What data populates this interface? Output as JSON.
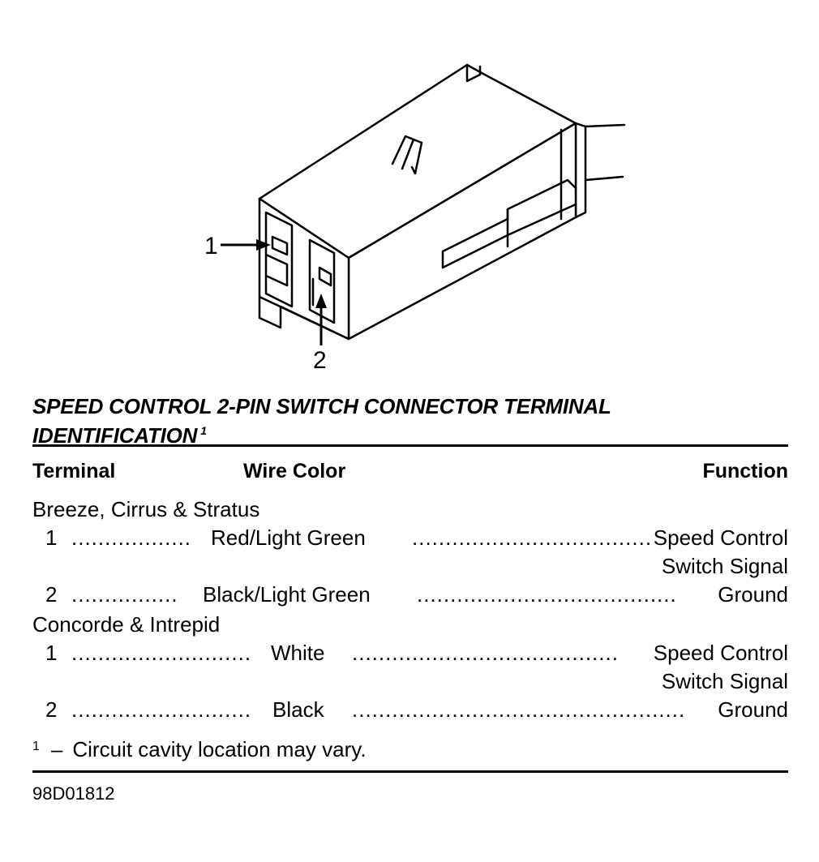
{
  "diagram": {
    "callouts": [
      {
        "id": "1",
        "label": "1"
      },
      {
        "id": "2",
        "label": "2"
      }
    ]
  },
  "table": {
    "title": "SPEED CONTROL 2-PIN SWITCH CONNECTOR TERMINAL IDENTIFICATION",
    "title_footnote_mark": "1",
    "headers": {
      "terminal": "Terminal",
      "wire_color": "Wire Color",
      "function": "Function"
    },
    "groups": [
      {
        "name": "Breeze, Cirrus & Stratus",
        "rows": [
          {
            "terminal": "1",
            "leader1": "..................",
            "wire_color": "Red/Light Green",
            "leader2": "....................................",
            "function_line1": "Speed Control",
            "function_line2": "Switch Signal"
          },
          {
            "terminal": "2",
            "leader1": "................",
            "wire_color": "Black/Light Green",
            "leader2": ".......................................",
            "function_line1": "Ground"
          }
        ]
      },
      {
        "name": "Concorde & Intrepid",
        "rows": [
          {
            "terminal": "1",
            "leader1": "...........................",
            "wire_color": "White",
            "leader2": "........................................",
            "function_line1": "Speed Control",
            "function_line2": "Switch Signal"
          },
          {
            "terminal": "2",
            "leader1": "...........................",
            "wire_color": "Black",
            "leader2": "..................................................",
            "function_line1": "Ground"
          }
        ]
      }
    ],
    "footnote": {
      "mark": "1",
      "dash": "–",
      "text": "Circuit cavity location may vary."
    }
  },
  "figure_code": "98D01812"
}
